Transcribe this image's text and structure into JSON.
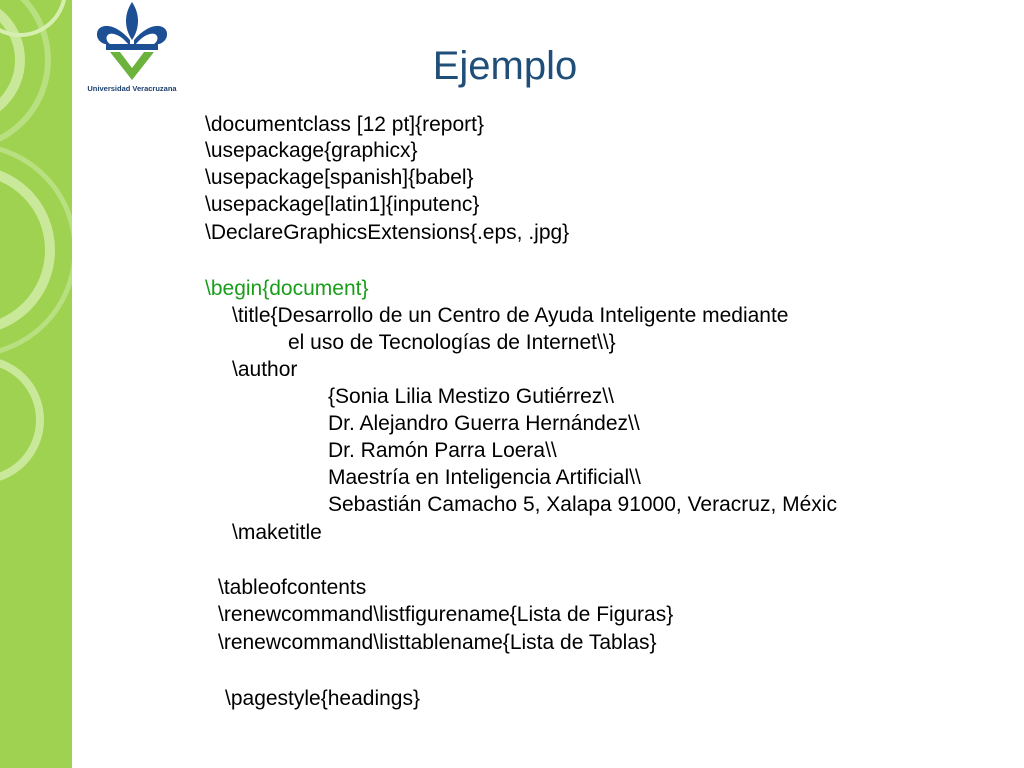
{
  "colors": {
    "band_green": "#9ed250",
    "title_blue": "#1f4e79",
    "highlight_green": "#1a9e1a",
    "logo_blue": "#1c4f93",
    "logo_green": "#6bb33d"
  },
  "logo": {
    "text": "Universidad Veracruzana"
  },
  "slide": {
    "title": "Ejemplo"
  },
  "code_lines": [
    "\\documentclass [12 pt]{report}",
    "\\usepackage{graphicx}",
    "\\usepackage[spanish]{babel}",
    "\\usepackage[latin1]{inputenc}",
    "\\DeclareGraphicsExtensions{.eps, .jpg}",
    "\\begin{document}",
    "\\title{Desarrollo de un Centro de Ayuda Inteligente mediante",
    "el uso de Tecnologías de Internet\\\\}",
    "\\author",
    "{Sonia Lilia Mestizo Gutiérrez\\\\",
    "Dr. Alejandro Guerra Hernández\\\\",
    "Dr. Ramón Parra Loera\\\\",
    "Maestría en Inteligencia Artificial\\\\",
    "Sebastián Camacho 5, Xalapa 91000, Veracruz, Méxic",
    "\\maketitle",
    "\\tableofcontents",
    "\\renewcommand\\listfigurename{Lista de Figuras}",
    "\\renewcommand\\listtablename{Lista de Tablas}",
    "\\pagestyle{headings}"
  ]
}
